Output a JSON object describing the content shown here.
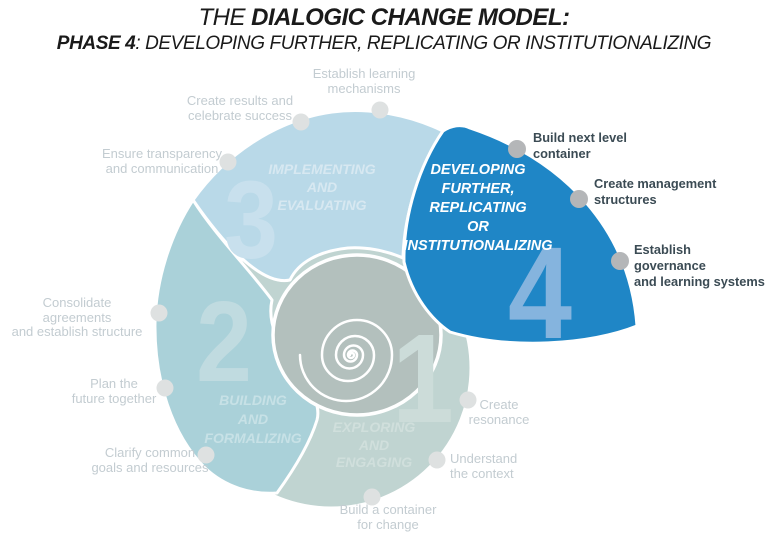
{
  "title": {
    "prefix": "THE ",
    "main": "DIALOGIC CHANGE MODEL:",
    "phase": "PHASE 4",
    "subtitle": ": DEVELOPING FURTHER, REPLICATING OR INSTITUTIONALIZING"
  },
  "phases": [
    {
      "number": "1",
      "name": "EXPLORING\nAND\nENGAGING"
    },
    {
      "number": "2",
      "name": "BUILDING\nAND\nFORMALIZING"
    },
    {
      "number": "3",
      "name": "IMPLEMENTING\nAND\nEVALUATING"
    },
    {
      "number": "4",
      "name": "DEVELOPING\nFURTHER,\nREPLICATING\nOR\nINSTITUTIONALIZING"
    }
  ],
  "steps": [
    {
      "label": "Establish learning\nmechanisms"
    },
    {
      "label": "Create results and\ncelebrate success"
    },
    {
      "label": "Ensure transparency\nand communication"
    },
    {
      "label": "Consolidate agreements\nand establish structure"
    },
    {
      "label": "Plan the\nfuture together"
    },
    {
      "label": "Clarify common\ngoals and resources"
    },
    {
      "label": "Build a container\nfor change"
    },
    {
      "label": "Understand\nthe context"
    },
    {
      "label": "Create\nresonance"
    },
    {
      "label": "Build next level\ncontainer"
    },
    {
      "label": "Create management\nstructures"
    },
    {
      "label": "Establish governance\nand learning systems"
    }
  ],
  "colors": {
    "phase1": "#c0d4d1",
    "phase2": "#aad1d9",
    "phase3": "#b9d9e8",
    "phase4": "#1f86c6",
    "shell": "#b3c0bd",
    "spiral_line": "#ffffff",
    "num1": "#ccdcd9",
    "num2": "#c0dbe0",
    "num3": "#c8e0ed",
    "num4": "#85b4de",
    "label_faded": "#c3ccd1",
    "label_dark": "#3b4b54",
    "dot_faded": "#dee1e1",
    "dot_dark": "#b4b6b8",
    "title_text": "#1a1a1a"
  }
}
